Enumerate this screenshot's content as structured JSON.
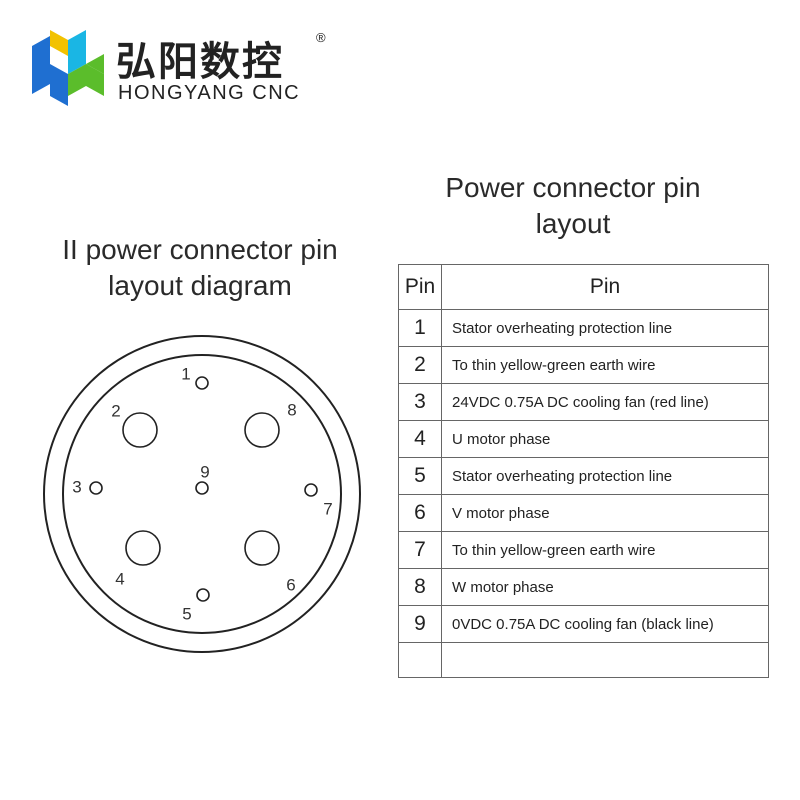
{
  "logo": {
    "brand_cn": "弘阳数控",
    "brand_en": "HONGYANG CNC",
    "registered_mark": "®",
    "colors": {
      "blue": "#1f6fd1",
      "cyan": "#1ab6e4",
      "green": "#5bbd2b",
      "yellow": "#f2c200"
    }
  },
  "diagram": {
    "title_lines": [
      "II power connector pin",
      "layout diagram"
    ],
    "pins": [
      {
        "number": "1",
        "kind": "small"
      },
      {
        "number": "2",
        "kind": "large"
      },
      {
        "number": "3",
        "kind": "small"
      },
      {
        "number": "4",
        "kind": "large"
      },
      {
        "number": "5",
        "kind": "small"
      },
      {
        "number": "6",
        "kind": "large"
      },
      {
        "number": "7",
        "kind": "small"
      },
      {
        "number": "8",
        "kind": "large"
      },
      {
        "number": "9",
        "kind": "small"
      }
    ]
  },
  "table": {
    "title_lines": [
      "Power connector pin",
      "layout"
    ],
    "headers": [
      "Pin",
      "Pin"
    ],
    "rows": [
      {
        "pin": "1",
        "description": "Stator overheating protection line"
      },
      {
        "pin": "2",
        "description": "To thin yellow-green earth wire"
      },
      {
        "pin": "3",
        "description": "24VDC 0.75A DC cooling fan (red line)"
      },
      {
        "pin": "4",
        "description": "U motor phase"
      },
      {
        "pin": "5",
        "description": "Stator overheating protection line"
      },
      {
        "pin": "6",
        "description": "V motor phase"
      },
      {
        "pin": "7",
        "description": "To thin yellow-green earth wire"
      },
      {
        "pin": "8",
        "description": "W motor phase"
      },
      {
        "pin": "9",
        "description": "0VDC 0.75A DC cooling fan (black line)"
      }
    ]
  }
}
